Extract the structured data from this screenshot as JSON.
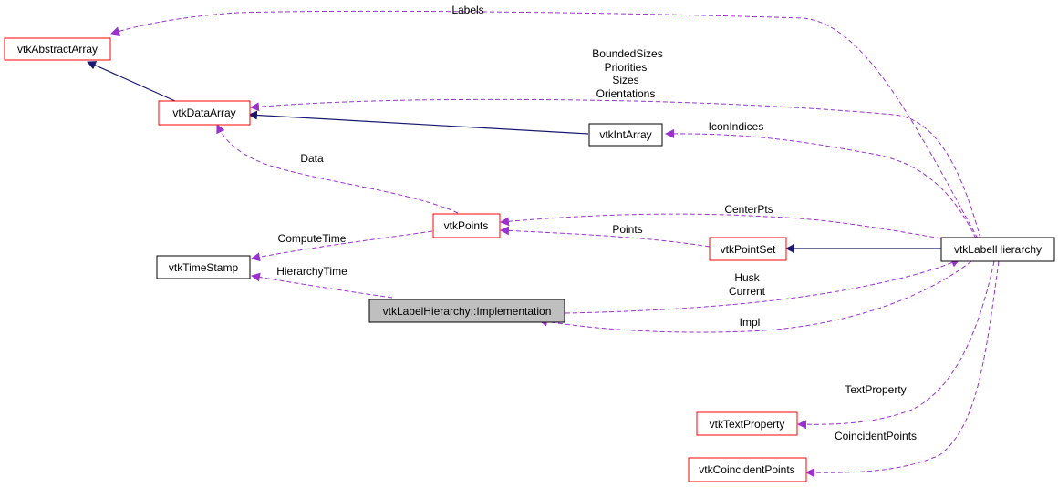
{
  "diagram": {
    "colors": {
      "inherit_edge": "#191970",
      "usage_edge": "#9a32cd",
      "node_border_red": "#ff0000",
      "node_border_black": "#000000",
      "focus_fill": "#bfbfbf"
    },
    "nodes": {
      "abstract_array": "vtkAbstractArray",
      "data_array": "vtkDataArray",
      "int_array": "vtkIntArray",
      "points": "vtkPoints",
      "time_stamp": "vtkTimeStamp",
      "point_set": "vtkPointSet",
      "label_hierarchy": "vtkLabelHierarchy",
      "implementation": "vtkLabelHierarchy::Implementation",
      "text_property": "vtkTextProperty",
      "coincident_points": "vtkCoincidentPoints"
    },
    "edge_labels": {
      "labels": "Labels",
      "bounded_sizes": "BoundedSizes",
      "priorities": "Priorities",
      "sizes": "Sizes",
      "orientations": "Orientations",
      "icon_indices": "IconIndices",
      "data": "Data",
      "center_pts": "CenterPts",
      "compute_time": "ComputeTime",
      "points": "Points",
      "hierarchy_time": "HierarchyTime",
      "husk": "Husk",
      "current": "Current",
      "impl": "Impl",
      "text_property": "TextProperty",
      "coincident_points": "CoincidentPoints"
    }
  }
}
